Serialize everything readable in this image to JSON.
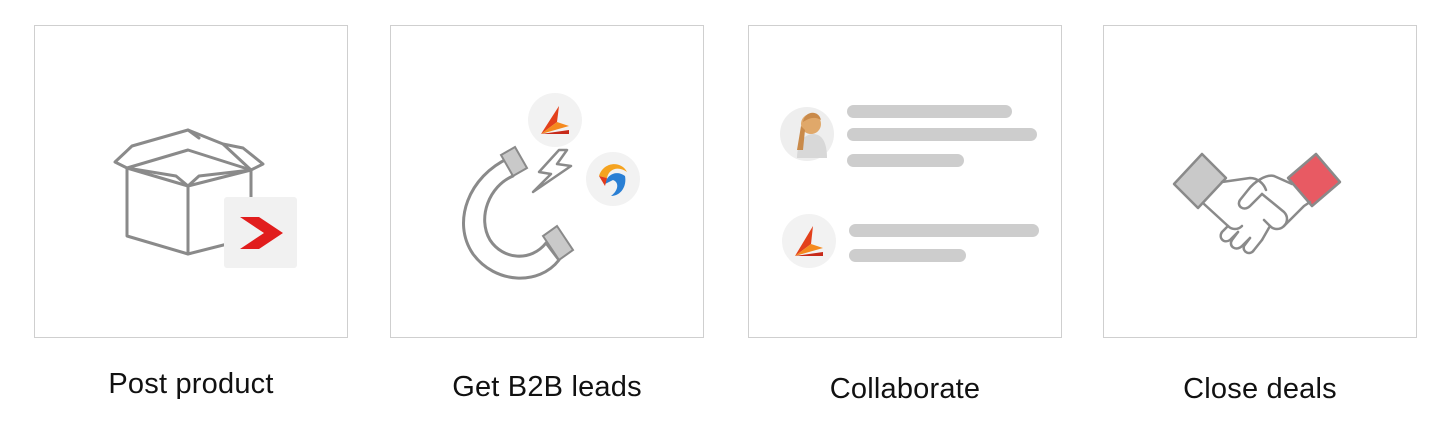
{
  "steps": [
    {
      "label": "Post product",
      "icon": "box-icon"
    },
    {
      "label": "Get B2B leads",
      "icon": "magnet-icon"
    },
    {
      "label": "Collaborate",
      "icon": "chat-icon"
    },
    {
      "label": "Close deals",
      "icon": "handshake-icon"
    }
  ],
  "colors": {
    "card_border": "#cfcfcf",
    "icon_stroke": "#8a8a8a",
    "accent_red": "#e11d1d",
    "deal_red": "#e85a63",
    "placeholder_bar": "#cdcdcd"
  }
}
